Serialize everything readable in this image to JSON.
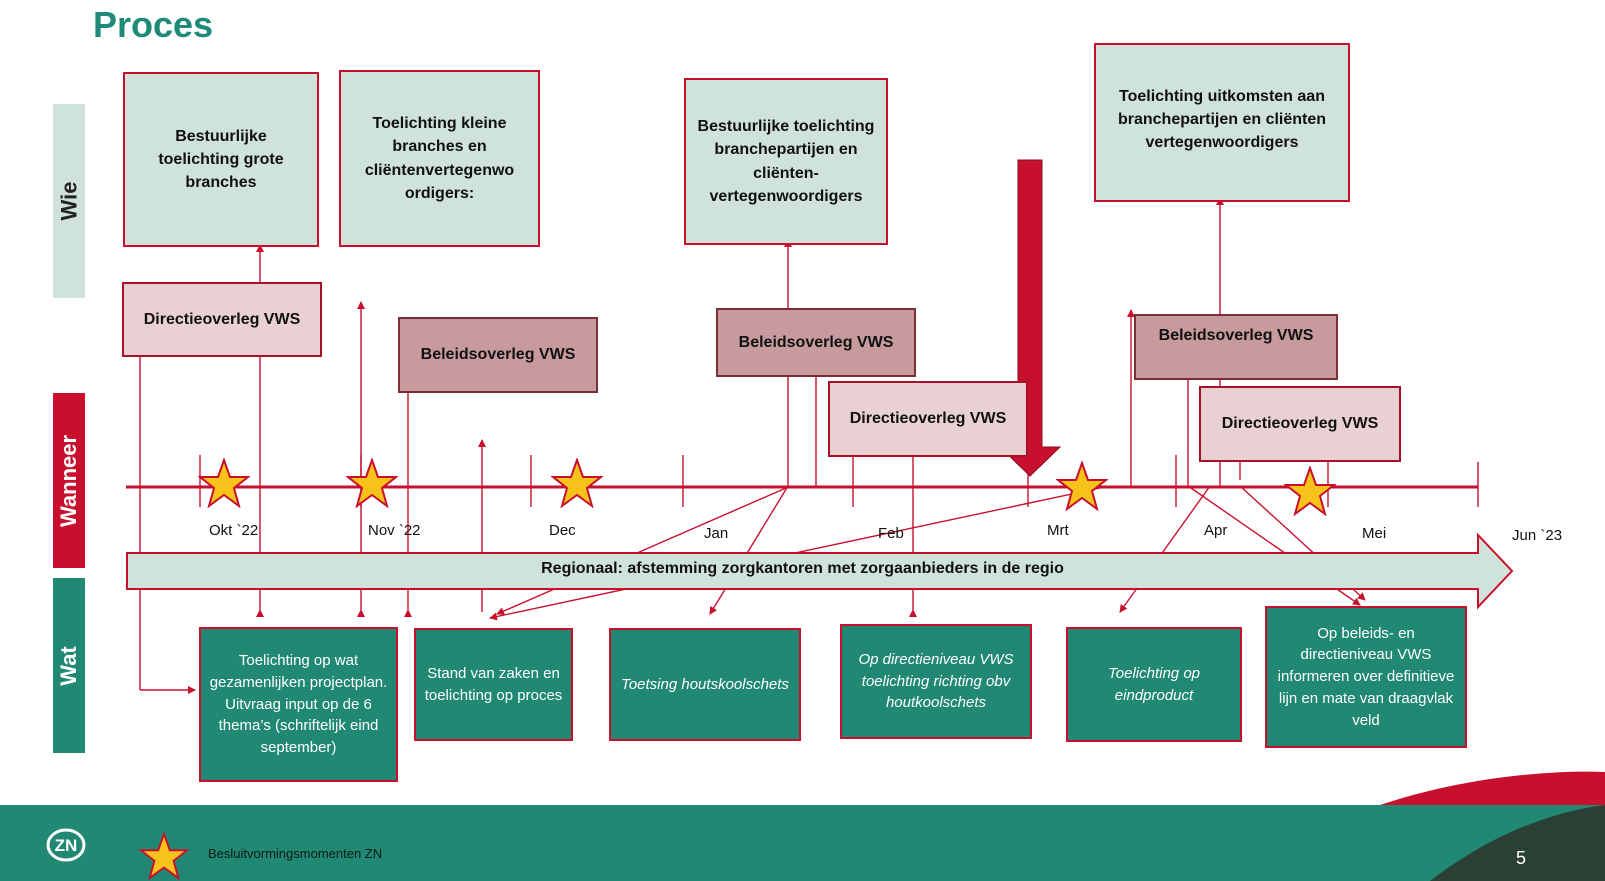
{
  "title": "Proces",
  "rows": {
    "wie": "Wie",
    "wanneer": "Wanneer",
    "wat": "Wat"
  },
  "colors": {
    "green": "#208873",
    "red": "#c8102e",
    "light_green": "#cfe3da",
    "pink": "#e8d0d3",
    "mauve": "#c79a9d"
  },
  "wie_boxes": [
    "Bestuurlijke toelichting grote branches",
    "Toelichting kleine branches en cliëntenvertegenwo ordigers:",
    "Bestuurlijke toelichting branchepartijen en cliënten- vertegenwoordigers",
    "Toelichting uitkomsten aan branchepartijen en cliënten vertegenwoordigers"
  ],
  "overleg": [
    "Directieoverleg VWS",
    "Beleidsoverleg VWS",
    "Beleidsoverleg VWS",
    "Directieoverleg VWS",
    "Beleidsoverleg VWS",
    "Directieoverleg VWS"
  ],
  "months": [
    "Okt `22",
    "Nov `22",
    "Dec",
    "Jan",
    "Feb",
    "Mrt",
    "Apr",
    "Mei",
    "Jun `23"
  ],
  "regional_arrow": "Regionaal: afstemming zorgkantoren met zorgaanbieders in de regio",
  "wat_boxes": [
    "Toelichting op wat gezamenlijken projectplan. Uitvraag input op de 6 thema’s (schriftelijk eind september)",
    "Stand van zaken en toelichting op proces",
    "Toetsing houtskoolschets",
    "Op directieniveau VWS toelichting richting obv houtkoolschets",
    "Toelichting op eindproduct",
    "Op beleids- en directieniveau VWS informeren over definitieve lijn en mate van draagvlak veld"
  ],
  "legend": {
    "icon": "star-icon",
    "label": "Besluitvormingsmomenten ZN"
  },
  "page_number": "5",
  "logo": "ZN"
}
